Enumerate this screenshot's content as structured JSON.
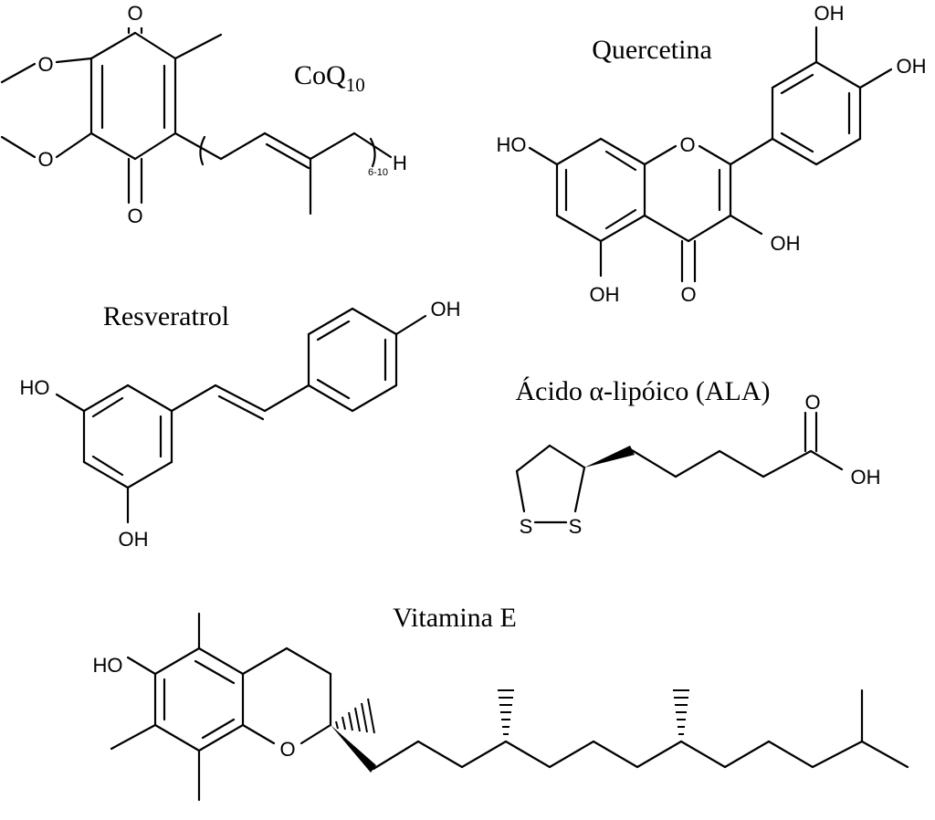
{
  "molecules": {
    "coq10": {
      "name": "CoQ",
      "name_subscript": "10",
      "atoms": {
        "o_top": "O",
        "o_bottom": "O",
        "o_methoxy_1": "O",
        "o_methoxy_2": "O",
        "h_end": "H"
      },
      "repeat_label": "6-10"
    },
    "quercetina": {
      "name": "Quercetina",
      "atoms": {
        "ho_left": "HO",
        "o_ring": "O",
        "oh_top": "OH",
        "oh_right": "OH",
        "oh_3": "OH",
        "oh_5": "OH",
        "o_keto": "O"
      }
    },
    "resveratrol": {
      "name": "Resveratrol",
      "atoms": {
        "ho_left": "HO",
        "oh_bottom": "OH",
        "oh_top": "OH"
      }
    },
    "ala": {
      "name": "Ácido α-lipóico (ALA)",
      "atoms": {
        "s1": "S",
        "s2": "S",
        "o_acid": "O",
        "oh_acid": "OH"
      }
    },
    "vitamina_e": {
      "name": "Vitamina E",
      "atoms": {
        "ho": "HO",
        "o_ring": "O"
      }
    }
  },
  "colors": {
    "ink": "#000000",
    "background": "#ffffff"
  }
}
